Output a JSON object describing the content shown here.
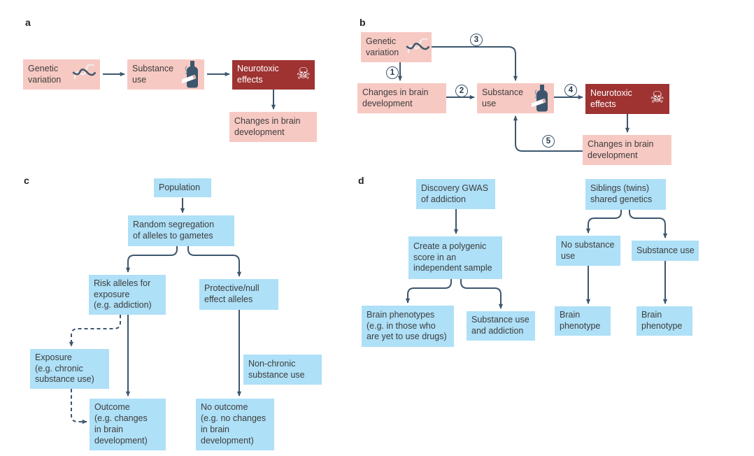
{
  "colors": {
    "pink": "#f7c9c3",
    "red": "#9e3332",
    "blue": "#aee0f7",
    "line": "#3d566e",
    "background": "#ffffff"
  },
  "panels": {
    "a": {
      "label": "a",
      "boxes": {
        "genetic": "Genetic\nvariation",
        "substance": "Substance\nuse",
        "neurotoxic": "Neurotoxic\neffects",
        "changes": "Changes in brain\ndevelopment"
      }
    },
    "b": {
      "label": "b",
      "boxes": {
        "genetic": "Genetic\nvariation",
        "changes1": "Changes in brain\ndevelopment",
        "substance": "Substance\nuse",
        "neurotoxic": "Neurotoxic\neffects",
        "changes2": "Changes in brain\ndevelopment"
      },
      "steps": [
        "1",
        "2",
        "3",
        "4",
        "5"
      ]
    },
    "c": {
      "label": "c",
      "boxes": {
        "population": "Population",
        "segregation": "Random segregation\nof alleles to gametes",
        "risk": "Risk alleles for\nexposure\n(e.g. addiction)",
        "protective": "Protective/null\neffect alleles",
        "exposure": "Exposure\n(e.g. chronic\nsubstance use)",
        "outcome": "Outcome\n(e.g. changes\nin brain\ndevelopment)",
        "nonchronic": "Non-chronic\nsubstance use",
        "nooutcome": "No outcome\n(e.g. no changes\nin brain\ndevelopment)"
      }
    },
    "d": {
      "label": "d",
      "boxes": {
        "gwas": "Discovery GWAS\nof addiction",
        "polygenic": "Create a polygenic\nscore in an\nindependent sample",
        "brainphenotypes": "Brain phenotypes\n(e.g. in those who\nare yet to use drugs)",
        "substanceaddiction": "Substance use\nand addiction",
        "siblings": "Siblings (twins)\nshared genetics",
        "nosubstance": "No substance\nuse",
        "substance": "Substance use",
        "brainphenotype1": "Brain\nphenotype",
        "brainphenotype2": "Brain\nphenotype"
      }
    }
  }
}
